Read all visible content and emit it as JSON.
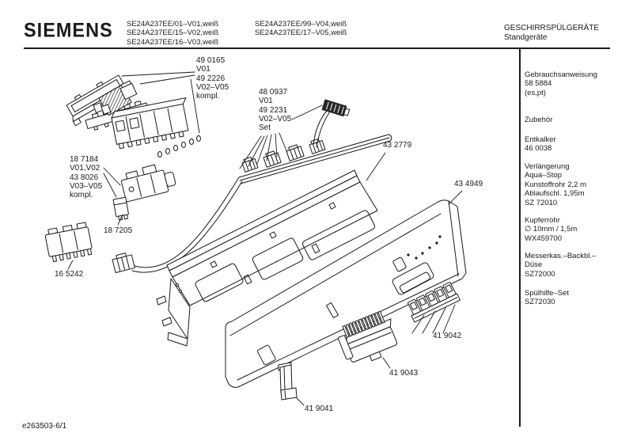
{
  "header": {
    "brand": "SIEMENS",
    "models_column_1": "SE24A237EE/01–V01,weiß\nSE24A237EE/15–V02,weiß\nSE24A237EE/16–V03,weiß",
    "models_column_2": "SE24A237EE/99–V04,weiß\nSE24A237EE/17–V05,weiß",
    "category": "GESCHIRRSPÜLGERÄTE",
    "subcategory": "Standgeräte"
  },
  "sidebar": {
    "groups": [
      {
        "name": "gebrauchsanweisung",
        "text": "Gebrauchsanweisung\n58 5884\n(es,pt)"
      },
      {
        "name": "zubehoer",
        "text": "Zubehör"
      },
      {
        "name": "entkalker",
        "text": "Entkalker\n46 0038"
      },
      {
        "name": "verlaengerung",
        "text": "Verlängerung\nAqua–Stop\nKunstoffrohr 2,2 m\nAblaufschl. 1,95m\nSZ 72010"
      },
      {
        "name": "kupferrohr",
        "text": "Kupferrohr\n∅ 10mm / 1,5m\nWX459700"
      },
      {
        "name": "messerkasten",
        "text": "Messerkas.–Backbl.–\nDüse\nSZ72000"
      },
      {
        "name": "spuelhilfe",
        "text": "Spülhilfe–Set\nSZ72030"
      }
    ]
  },
  "diagram": {
    "labels": [
      {
        "part": "49 0165",
        "text": "49 0165\nV01\n49 2226\nV02–V05\nkompl."
      },
      {
        "part": "48 0937",
        "text": "48 0937\nV01\n49 2231\nV02–V05\nSet"
      },
      {
        "part": "43 2779",
        "text": "43 2779"
      },
      {
        "part": "43 4949",
        "text": "43 4949"
      },
      {
        "part": "18 7184",
        "text": "18 7184\nV01,V02\n43 8026\nV03–V05\nkompl."
      },
      {
        "part": "18 7205",
        "text": "18 7205"
      },
      {
        "part": "16 5242",
        "text": "16 5242"
      },
      {
        "part": "41 9042",
        "text": "41 9042"
      },
      {
        "part": "41 9043",
        "text": "41 9043"
      },
      {
        "part": "41 9041",
        "text": "41 9041"
      }
    ]
  },
  "footer": {
    "document_number": "e263503-6/1"
  },
  "colors": {
    "ink": "#1a1a1a",
    "background": "#ffffff"
  }
}
